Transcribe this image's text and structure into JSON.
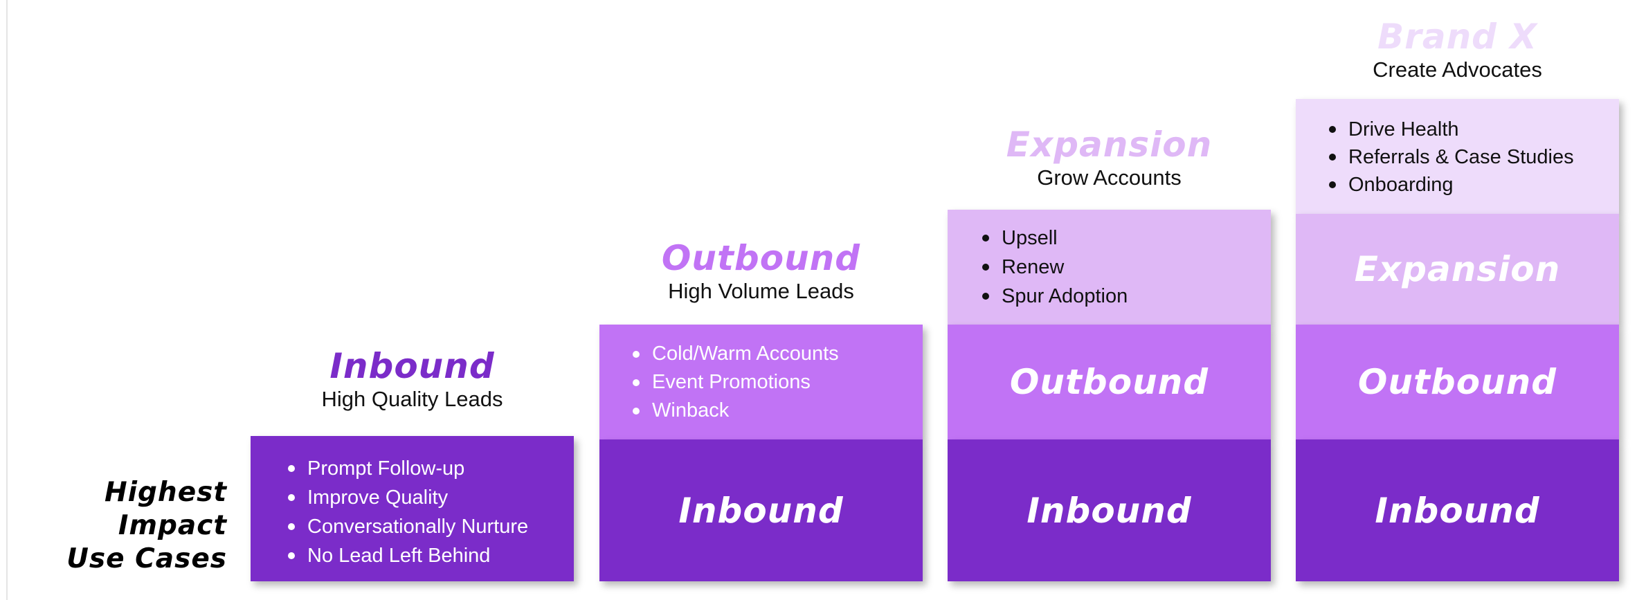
{
  "side_label": {
    "line1": "Highest Impact",
    "line2": "Use Cases"
  },
  "stages": [
    {
      "title": "Inbound",
      "subtitle": "High Quality Leads",
      "bullets": [
        "Prompt Follow-up",
        "Improve Quality",
        "Conversationally Nurture",
        "No Lead Left Behind"
      ]
    },
    {
      "title": "Outbound",
      "subtitle": "High Volume Leads",
      "bullets": [
        "Cold/Warm Accounts",
        "Event Promotions",
        "Winback"
      ],
      "base_labels": [
        "Inbound"
      ]
    },
    {
      "title": "Expansion",
      "subtitle": "Grow Accounts",
      "bullets": [
        "Upsell",
        "Renew",
        "Spur Adoption"
      ],
      "base_labels": [
        "Outbound",
        "Inbound"
      ]
    },
    {
      "title": "Brand X",
      "subtitle": "Create Advocates",
      "bullets": [
        "Drive Health",
        "Referrals & Case Studies",
        "Onboarding"
      ],
      "base_labels": [
        "Expansion",
        "Outbound",
        "Inbound"
      ]
    }
  ],
  "colors": {
    "inbound": "#7b2cc9",
    "outbound": "#c173f5",
    "expansion": "#dfb8f6",
    "brand_x": "#eedcfb",
    "title_inbound": "#7b2cc9",
    "title_outbound": "#c173f5",
    "title_expansion": "#dfb8f6",
    "title_brand_x": "#eedcfb"
  }
}
